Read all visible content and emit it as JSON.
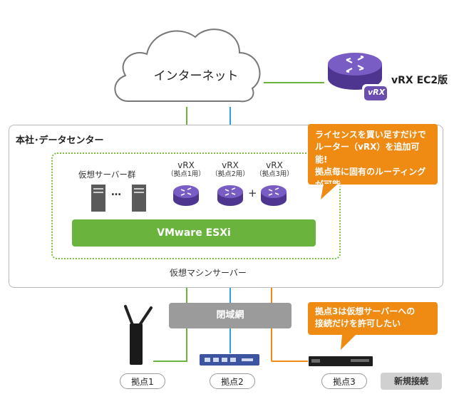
{
  "cloud": {
    "label": "インターネット"
  },
  "ec2": {
    "label": "vRX EC2版",
    "badge": "vRX"
  },
  "datacenter": {
    "title": "本社･データセンター",
    "host_label": "仮想マシンサーバー",
    "virtual_servers_label": "仮想サーバー群",
    "ellipsis": "…",
    "plus": "+",
    "esxi_label": "VMware ESXi",
    "vrx_units": [
      {
        "name": "vRX",
        "site": "（拠点1用）"
      },
      {
        "name": "vRX",
        "site": "（拠点2用）"
      },
      {
        "name": "vRX",
        "site": "（拠点3用）"
      }
    ]
  },
  "callouts": {
    "license": [
      "ライセンスを買い足すだけで",
      "ルーター（vRX）を追加可能!",
      "拠点毎に固有のルーティング",
      "が可能"
    ],
    "site3": [
      "拠点3は仮想サーバーへの",
      "接続だけを許可したい"
    ]
  },
  "closed_network": {
    "label": "閉域網"
  },
  "sites": [
    {
      "label": "拠点1"
    },
    {
      "label": "拠点2"
    },
    {
      "label": "拠点3"
    }
  ],
  "new_connection": {
    "label": "新規接続"
  },
  "colors": {
    "green": "#6ab43e",
    "blue": "#2e9fd8",
    "orange": "#ef8a13",
    "purple": "#6c4db0",
    "gray": "#9b9b9b"
  }
}
